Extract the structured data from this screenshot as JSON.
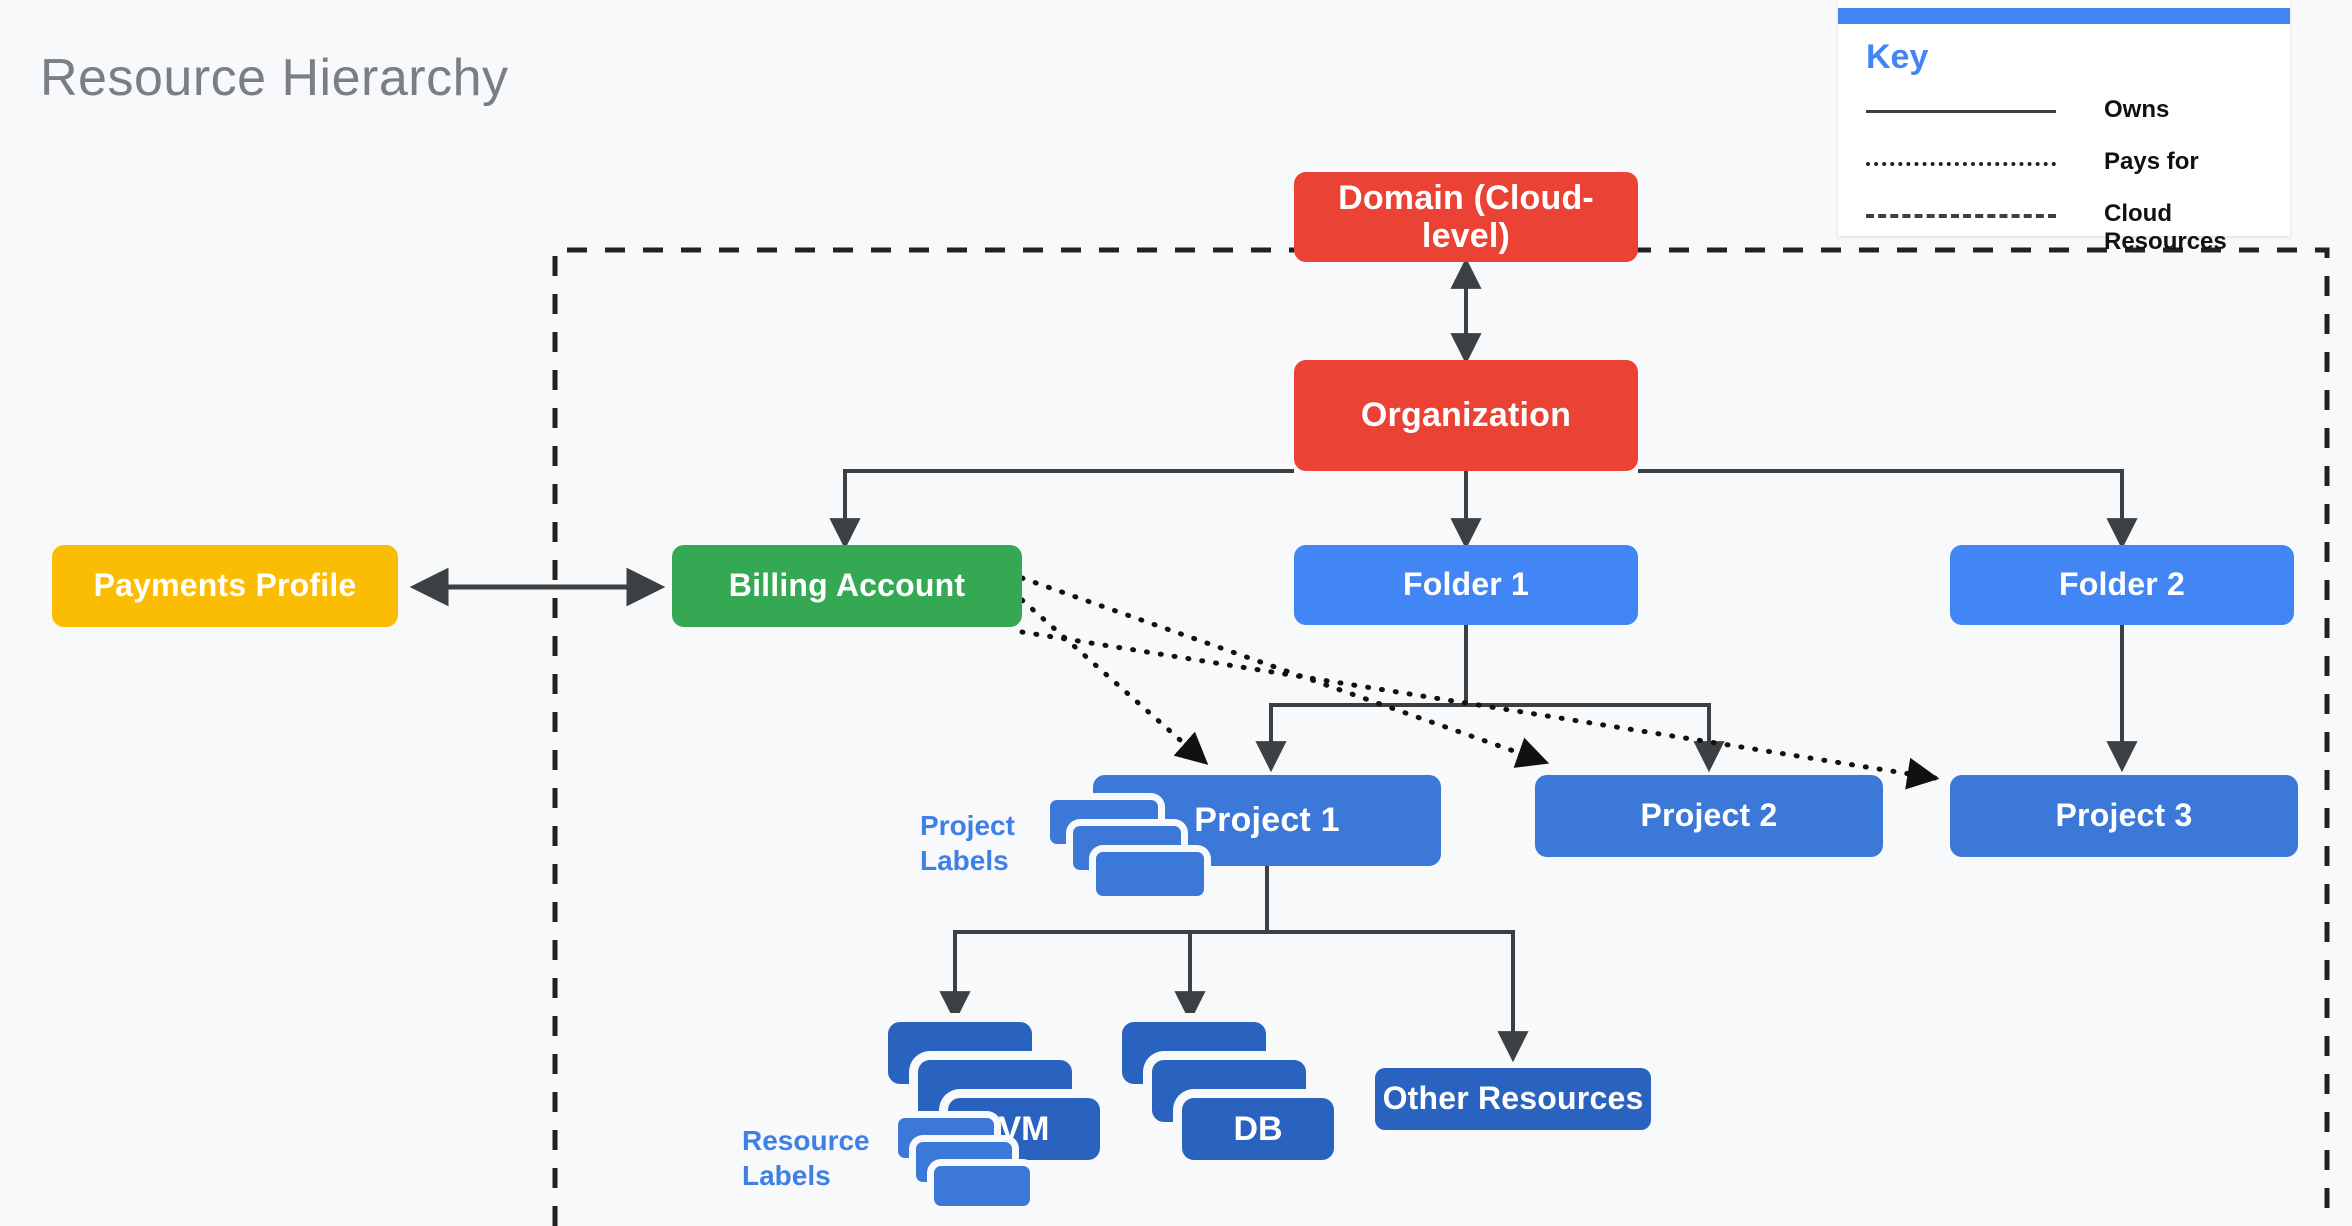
{
  "page": {
    "title": "Resource Hierarchy",
    "background_color": "#f7f9fa"
  },
  "key": {
    "title": "Key",
    "accent_color": "#4285f4",
    "entries": [
      {
        "style": "solid",
        "label": "Owns"
      },
      {
        "style": "dotted",
        "label": "Pays for"
      },
      {
        "style": "dashed",
        "label": "Cloud Resources"
      }
    ]
  },
  "nodes": {
    "domain": {
      "label": "Domain (Cloud-level)",
      "color": "#ea4335"
    },
    "organization": {
      "label": "Organization",
      "color": "#ea4335"
    },
    "payments_profile": {
      "label": "Payments Profile",
      "color": "#fbbc04"
    },
    "billing_account": {
      "label": "Billing Account",
      "color": "#34a853"
    },
    "folder_1": {
      "label": "Folder 1",
      "color": "#4285f4"
    },
    "folder_2": {
      "label": "Folder 2",
      "color": "#4285f4"
    },
    "project_1": {
      "label": "Project 1",
      "color": "#3b78d8"
    },
    "project_2": {
      "label": "Project 2",
      "color": "#3b78d8"
    },
    "project_3": {
      "label": "Project 3",
      "color": "#3b78d8"
    },
    "vm": {
      "label": "VM",
      "color": "#2a62bf"
    },
    "db": {
      "label": "DB",
      "color": "#2a62bf"
    },
    "other_resources": {
      "label": "Other Resources",
      "color": "#2a62bf"
    }
  },
  "captions": {
    "project_labels": "Project\nLabels",
    "resource_labels": "Resource\nLabels",
    "color": "#3f7fe8"
  },
  "edges": [
    {
      "from": "organization",
      "to": "domain",
      "type": "owns",
      "arrow": "both"
    },
    {
      "from": "organization",
      "to": "billing_account",
      "type": "owns",
      "arrow": "to"
    },
    {
      "from": "organization",
      "to": "folder_1",
      "type": "owns",
      "arrow": "to"
    },
    {
      "from": "organization",
      "to": "folder_2",
      "type": "owns",
      "arrow": "to"
    },
    {
      "from": "payments_profile",
      "to": "billing_account",
      "type": "owns",
      "arrow": "both"
    },
    {
      "from": "folder_1",
      "to": "project_1",
      "type": "owns",
      "arrow": "to"
    },
    {
      "from": "folder_1",
      "to": "project_2",
      "type": "owns",
      "arrow": "to"
    },
    {
      "from": "folder_2",
      "to": "project_3",
      "type": "owns",
      "arrow": "to"
    },
    {
      "from": "billing_account",
      "to": "project_1",
      "type": "pays-for",
      "arrow": "to"
    },
    {
      "from": "billing_account",
      "to": "project_2",
      "type": "pays-for",
      "arrow": "to"
    },
    {
      "from": "billing_account",
      "to": "project_3",
      "type": "pays-for",
      "arrow": "to"
    },
    {
      "from": "project_1",
      "to": "vm",
      "type": "owns",
      "arrow": "to"
    },
    {
      "from": "project_1",
      "to": "db",
      "type": "owns",
      "arrow": "to"
    },
    {
      "from": "project_1",
      "to": "other_resources",
      "type": "owns",
      "arrow": "to"
    }
  ],
  "cloud_boundary": {
    "style": "dashed",
    "color": "#222222"
  }
}
